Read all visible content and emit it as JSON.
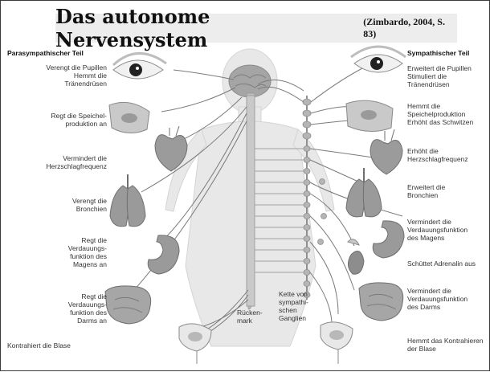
{
  "title": {
    "main": "Das autonome Nervensystem",
    "reference": "(Zimbardo, 2004, S. 83)"
  },
  "left": {
    "heading": "Parasympathischer Teil",
    "labels": [
      "Verengt die Pupillen\nHemmt die\nTränendrüsen",
      "Regt die Speichel-\nproduktion an",
      "Vermindert die\nHerzschlagfrequenz",
      "Verengt die\nBronchien",
      "Regt die\nVerdauungs-\nfunktion des\nMagens an",
      "Regt die\nVerdauungs-\nfunktion des\nDarms an",
      "Kontrahiert die Blase"
    ]
  },
  "right": {
    "heading": "Sympathischer Teil",
    "labels": [
      "Erweitert die Pupillen\nStimuliert die\nTränendrüsen",
      "Hemmt die\nSpeichelproduktion\nErhöht das Schwitzen",
      "Erhöht die\nHerzschlagfrequenz",
      "Erweitert die\nBronchien",
      "Vermindert die\nVerdauungsfunktion\ndes Magens",
      "Schüttet Adrenalin aus",
      "Vermindert die\nVerdauungsfunktion\ndes Darms",
      "Hemmt das Kontrahieren\nder Blase"
    ]
  },
  "center": {
    "spinal_cord": "Rücken-\nmark",
    "chain": "Kette von\nsympathi-\nschen\nGanglien"
  },
  "colors": {
    "title_bg": "#ededed",
    "body_fill": "#e6e6e6",
    "organ_fill": "#9a9a9a",
    "nerve_line": "#7a7a7a",
    "ganglion": "#b8b8b8"
  }
}
